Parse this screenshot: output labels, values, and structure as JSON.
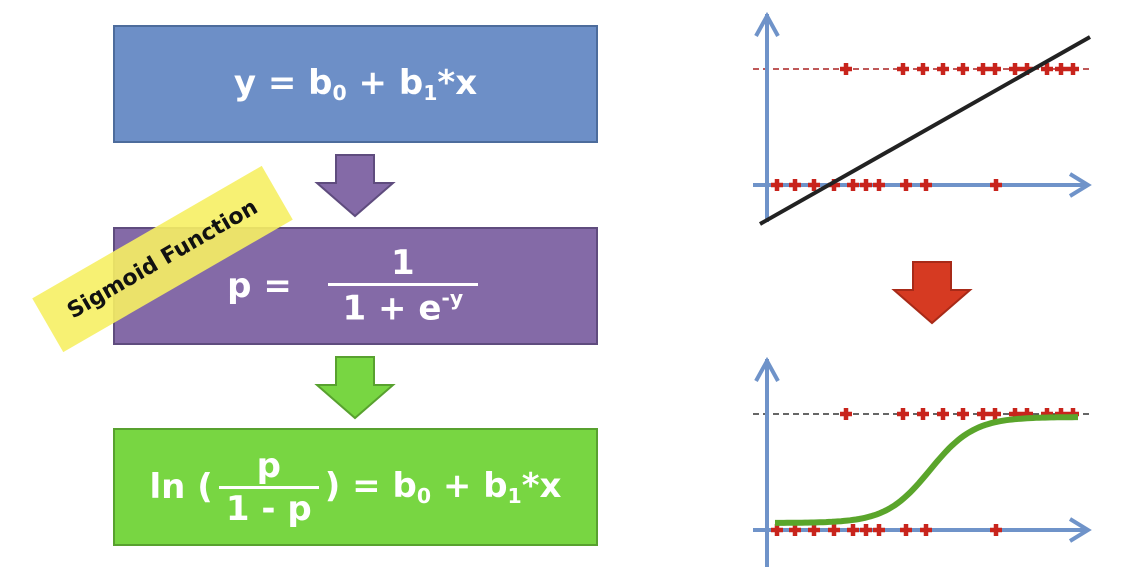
{
  "equations": {
    "linear": {
      "lhs": "y = b",
      "sub0": "0",
      "mid": " + b",
      "sub1": "1",
      "rhs": "*x"
    },
    "sigmoid": {
      "lhs": "p = ",
      "numerator": "1",
      "denominator": "1 + e",
      "exponent": "-y"
    },
    "logit": {
      "ln": "ln (",
      "numerator": "p",
      "denominator": "1 - p",
      "close": ") = b",
      "sub0": "0",
      "mid": " + b",
      "sub1": "1",
      "rhs": "*x"
    }
  },
  "label": "Sigmoid Function",
  "colors": {
    "linear_box": "#6d8fc7",
    "sigmoid_box": "#846aa7",
    "logit_box": "#78d642",
    "label_bg": "#f6f064",
    "axis": "#6f93c9",
    "points": "#c8241c",
    "linear_fit": "#222222",
    "sigmoid_fit": "#5aa52b",
    "transform_arrow": "#d63a22"
  },
  "plots": [
    {
      "fit": "linear",
      "classes": [
        0,
        1
      ],
      "points_class0": 10,
      "points_class1": 12
    },
    {
      "fit": "sigmoid",
      "classes": [
        0,
        1
      ],
      "points_class0": 10,
      "points_class1": 12
    }
  ]
}
